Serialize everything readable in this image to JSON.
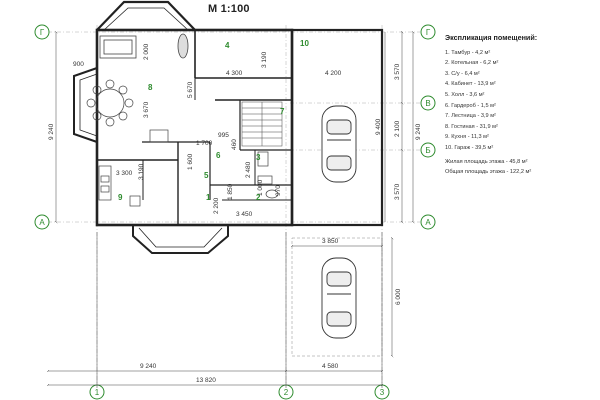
{
  "scale": "М 1:100",
  "legend": {
    "title": "Экспликация помещений:",
    "rooms": [
      "1. Тамбур - 4,2 м²",
      "2. Котельная - 6,2 м²",
      "3. С/у - 6,4 м²",
      "4. Кабинет - 13,9 м²",
      "5. Холл - 3,6 м²",
      "6. Гардероб - 1,5 м²",
      "7. Лестница - 3,9 м²",
      "8. Гостиная - 31,9 м²",
      "9. Кухня - 11,3 м²",
      "10. Гараж - 39,5 м²"
    ],
    "living_area": "Жилая площадь этажа - 45,8 м²",
    "total_area": "Общая площадь этажа - 122,2 м²"
  },
  "axes": {
    "g": "Г",
    "v": "В",
    "b": "Б",
    "a": "А",
    "n1": "1",
    "n2": "2",
    "n3": "3"
  },
  "dims": {
    "d13820": "13 820",
    "d9240_bottom": "9 240",
    "d4580": "4 580",
    "d3850": "3 850",
    "d6000": "6 000",
    "d9240_left": "9 240",
    "d9240_right": "9 240",
    "d9400": "9 400",
    "d3570_top": "3 570",
    "d2100": "2 100",
    "d3570_bot": "3 570",
    "d4300": "4 300",
    "d4200": "4 200",
    "d3190_top": "3 190",
    "d2000": "2 000",
    "d900": "900",
    "d3670": "3 670",
    "d5670": "5 670",
    "d1700": "1 700",
    "d995": "995",
    "d460": "460",
    "d3300": "3 300",
    "d3190_left": "3 190",
    "d1600": "1 600",
    "d2480": "2 480",
    "d1850": "1 850",
    "d2200": "2 200",
    "d3450": "3 450",
    "d1000": "1 000",
    "d970": "970"
  },
  "rooms": {
    "r1": "1",
    "r2": "2",
    "r3": "3",
    "r4": "4",
    "r5": "5",
    "r6": "6",
    "r7": "7",
    "r8": "8",
    "r9": "9",
    "r10": "10"
  },
  "colors": {
    "room_number": "#2e8b2e",
    "axis_circle": "#2e8b2e",
    "lines": "#333333"
  }
}
